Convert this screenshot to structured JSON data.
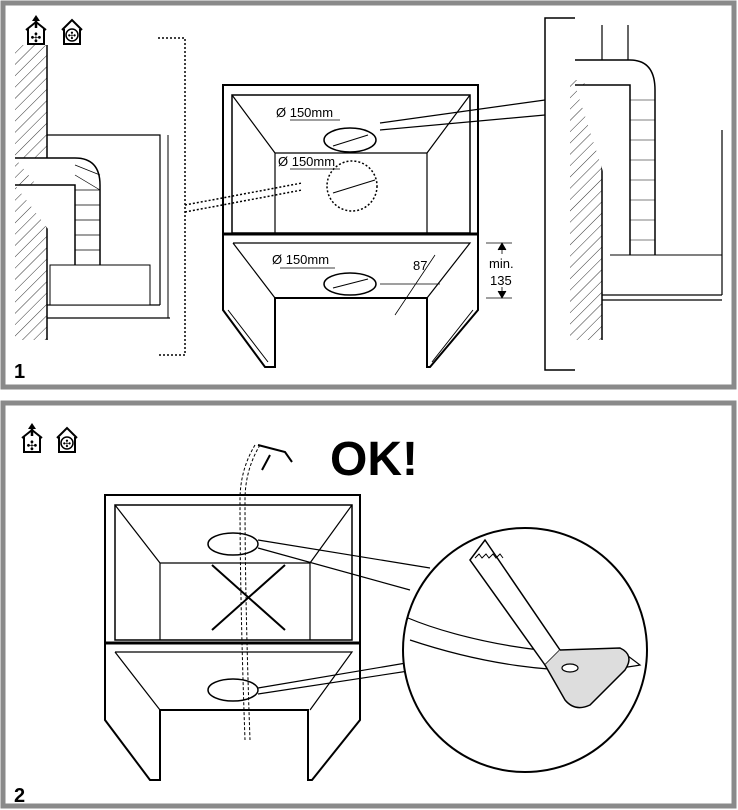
{
  "panels": [
    {
      "number": "1",
      "icons": [
        "extraction-mode-icon",
        "recirculation-mode-icon"
      ],
      "labels": {
        "diameter_top": "Ø 150mm",
        "diameter_back": "Ø 150mm",
        "diameter_bottom": "Ø 150mm",
        "offset": "87",
        "min_label": "min.",
        "min_value": "135"
      }
    },
    {
      "number": "2",
      "icons": [
        "extraction-mode-icon",
        "recirculation-mode-icon"
      ],
      "labels": {
        "ok": "OK!"
      }
    }
  ],
  "colors": {
    "frame": "#8a8a8a",
    "line": "#000000"
  }
}
